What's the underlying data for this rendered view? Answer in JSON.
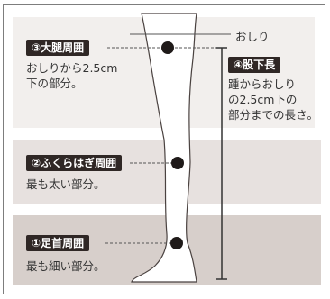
{
  "labels": {
    "hip": "おしり"
  },
  "measurements": {
    "thigh": {
      "badge": "③大腿周囲",
      "desc": "おしりから2.5cm\n下の部分。"
    },
    "inseam": {
      "badge": "④股下長",
      "desc": "踵からおしり\nの2.5cm下の\n部分までの長さ。"
    },
    "calf": {
      "badge": "②ふくらはぎ周囲",
      "desc": "最も太い部分。"
    },
    "ankle": {
      "badge": "①足首周囲",
      "desc": "最も細い部分。"
    }
  },
  "colors": {
    "band_light": "#f2efed",
    "band_mid": "#e7e1df",
    "band_dark": "#d7cfcb",
    "badge": "#2f2725",
    "dot": "#1f1a19"
  }
}
